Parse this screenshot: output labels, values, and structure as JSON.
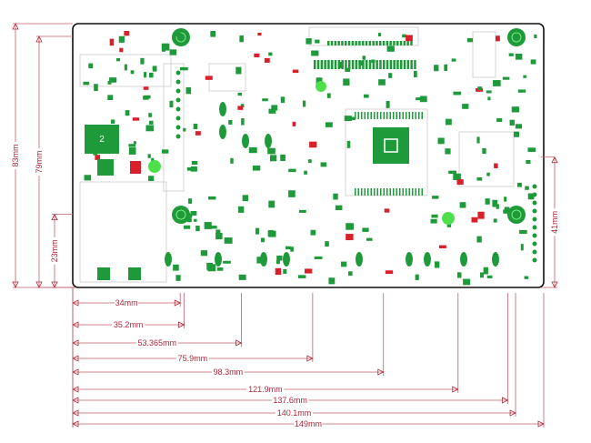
{
  "board": {
    "width_mm": 149,
    "height_mm": 83,
    "pcb_color": "#1f9a3a",
    "outline_color": "#111111",
    "dimension_color": "#b0283a",
    "chip_label": "2"
  },
  "horizontal_dimensions": [
    {
      "label": "34mm",
      "mm": 34
    },
    {
      "label": "35.2mm",
      "mm": 35.2
    },
    {
      "label": "53.365mm",
      "mm": 53.365
    },
    {
      "label": "75.9mm",
      "mm": 75.9
    },
    {
      "label": "98.3mm",
      "mm": 98.3
    },
    {
      "label": "121.9mm",
      "mm": 121.9
    },
    {
      "label": "137.6mm",
      "mm": 137.6
    },
    {
      "label": "140.1mm",
      "mm": 140.1
    },
    {
      "label": "149mm",
      "mm": 149
    }
  ],
  "vertical_dimensions": [
    {
      "label": "83mm",
      "mm": 83,
      "side": "left"
    },
    {
      "label": "79mm",
      "mm": 79,
      "side": "left"
    },
    {
      "label": "23mm",
      "mm": 23,
      "side": "left"
    },
    {
      "label": "41mm",
      "mm": 41,
      "side": "right"
    }
  ]
}
